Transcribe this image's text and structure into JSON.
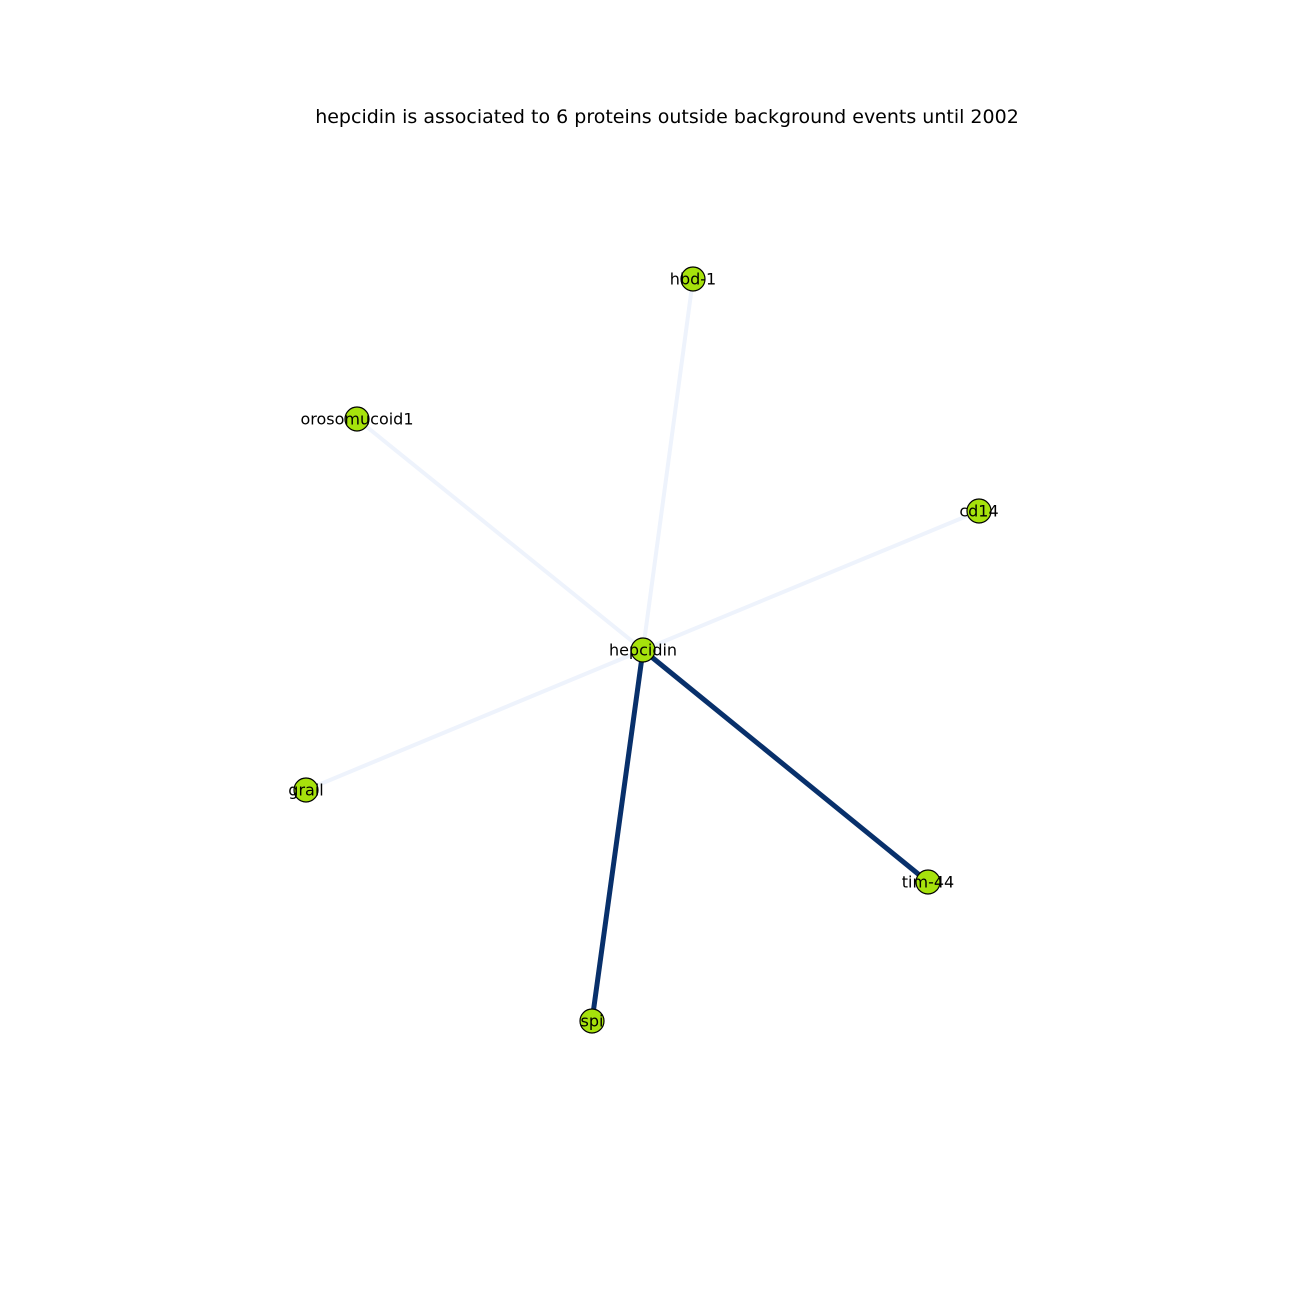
{
  "title": "hepcidin is associated to 6 proteins outside background events until 2002",
  "colors": {
    "node_fill": "#a6e20c",
    "node_stroke": "#000000",
    "edge_strong": "#08306b",
    "edge_weak": "#eef3fc"
  },
  "network": {
    "center": "hepcidin",
    "nodes": [
      {
        "id": "hepcidin",
        "label": "hepcidin"
      },
      {
        "id": "hbd-1",
        "label": "hbd-1"
      },
      {
        "id": "orosomucoid1",
        "label": "orosomucoid1"
      },
      {
        "id": "cd14",
        "label": "cd14"
      },
      {
        "id": "grail",
        "label": "grail"
      },
      {
        "id": "tim-44",
        "label": "tim-44"
      },
      {
        "id": "spi",
        "label": "spi"
      }
    ],
    "edges": [
      {
        "source": "hepcidin",
        "target": "hbd-1",
        "strength": "weak"
      },
      {
        "source": "hepcidin",
        "target": "orosomucoid1",
        "strength": "weak"
      },
      {
        "source": "hepcidin",
        "target": "cd14",
        "strength": "weak"
      },
      {
        "source": "hepcidin",
        "target": "grail",
        "strength": "weak"
      },
      {
        "source": "hepcidin",
        "target": "tim-44",
        "strength": "strong"
      },
      {
        "source": "hepcidin",
        "target": "spi",
        "strength": "strong"
      }
    ]
  }
}
